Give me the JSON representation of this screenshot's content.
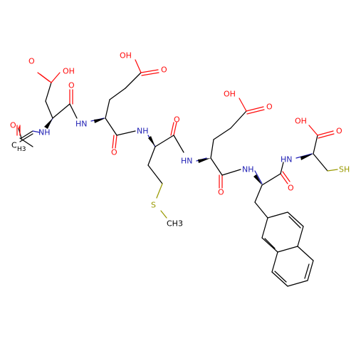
{
  "atom_labels": {
    "asp_oh": "OH",
    "asp_o": "O",
    "ac_o": "O",
    "ac_c": "C",
    "ac_h3": "H3",
    "ac_nh": "NH",
    "asp_co_o": "O",
    "glu1_nh": "HN",
    "glu1_oh": "OH",
    "glu1_o": "O",
    "glu1_co_o": "O",
    "met_nh": "NH",
    "met_co_o": "O",
    "met_s": "S",
    "met_ch3": "CH3",
    "glu2_oh": "OH",
    "glu2_o": "O",
    "glu2_nh": "HN",
    "glu2_co_o": "O",
    "nal_nh": "NH",
    "nal_co_o": "O",
    "cys_nh": "HN",
    "cys_oh": "OH",
    "cys_o": "O",
    "cys_sh": "SH"
  },
  "colors": {
    "carbon": "#000000",
    "oxygen": "#ff0d0d",
    "nitrogen": "#1e1eb4",
    "sulfur": "#999900",
    "background": "#ffffff"
  }
}
